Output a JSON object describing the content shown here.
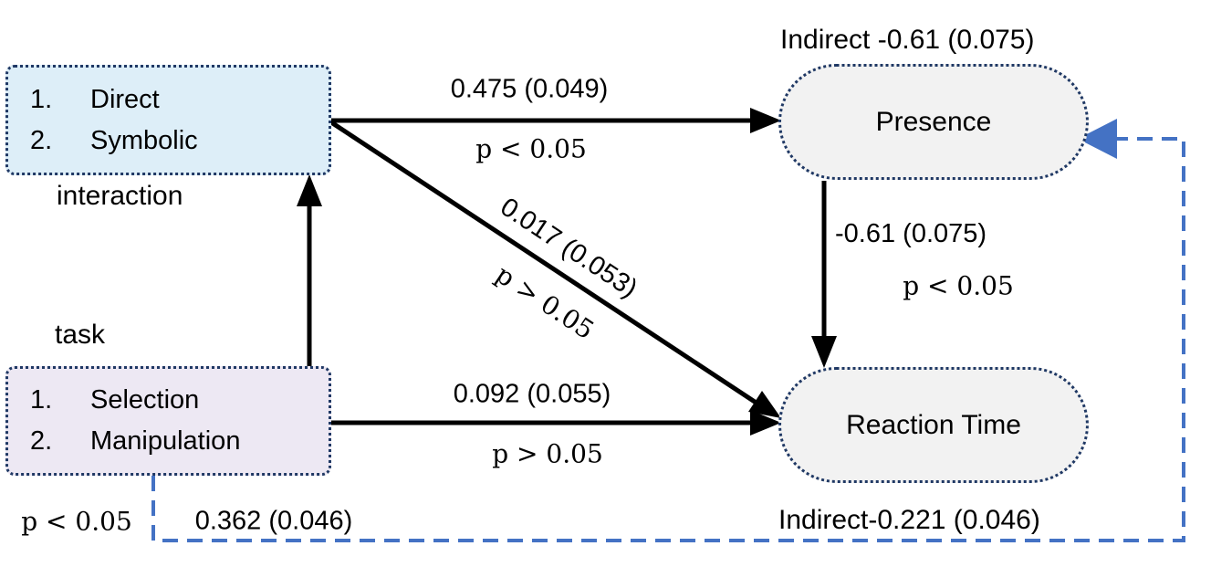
{
  "diagram": {
    "boxes": {
      "interaction": {
        "caption": "interaction",
        "items": [
          {
            "num": "1.",
            "label": "Direct"
          },
          {
            "num": "2.",
            "label": "Symbolic"
          }
        ]
      },
      "task": {
        "caption": "task",
        "items": [
          {
            "num": "1.",
            "label": "Selection"
          },
          {
            "num": "2.",
            "label": "Manipulation"
          }
        ]
      }
    },
    "nodes": {
      "presence": {
        "label": "Presence"
      },
      "reaction_time": {
        "label": "Reaction Time"
      }
    },
    "edges": {
      "interaction_to_presence": {
        "coef": "0.475 (0.049)",
        "p": "p < 0.05"
      },
      "interaction_to_rt": {
        "coef": "0.017 (0.053)",
        "p": "p > 0.05"
      },
      "task_to_rt": {
        "coef": "0.092 (0.055)",
        "p": "p > 0.05"
      },
      "presence_to_rt": {
        "coef": "-0.61 (0.075)",
        "p": "p < 0.05"
      },
      "task_indirect": {
        "coef": "0.362 (0.046)",
        "p": "p < 0.05"
      }
    },
    "annotations": {
      "indirect_top": "Indirect -0.61 (0.075)",
      "indirect_bottom": "Indirect-0.221 (0.046)"
    },
    "colors": {
      "interaction_fill": "#ddeef8",
      "task_fill": "#ede8f3",
      "node_fill": "#f2f2f2",
      "border": "#1f3864",
      "indirect_blue": "#4472c4",
      "arrow_black": "#000000"
    }
  }
}
